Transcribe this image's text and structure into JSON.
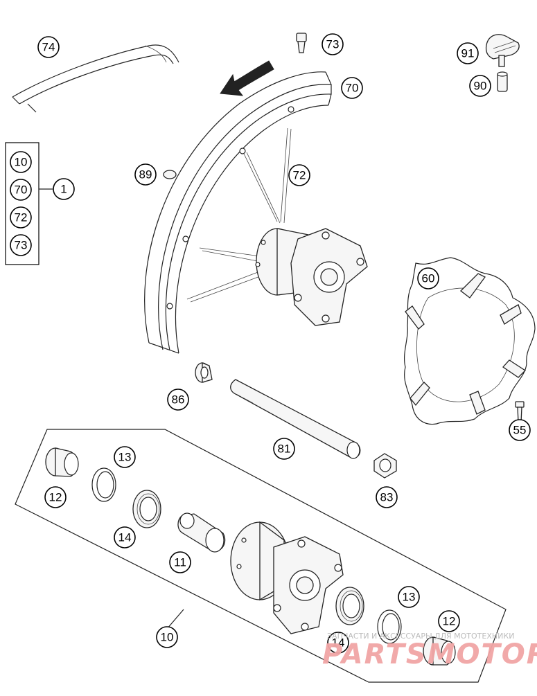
{
  "callouts": {
    "c74": "74",
    "c73_top": "73",
    "c91": "91",
    "c90": "90",
    "c70": "70",
    "c89": "89",
    "c72": "72",
    "c60": "60",
    "c86": "86",
    "c81": "81",
    "c55": "55",
    "c13_left": "13",
    "c12_left": "12",
    "c83": "83",
    "c14_left": "14",
    "c11": "11",
    "c13_right": "13",
    "c10": "10",
    "c14_right": "14",
    "c12_right": "12"
  },
  "kit": {
    "items": [
      "10",
      "70",
      "72",
      "73"
    ],
    "assembly": "1"
  },
  "watermark": {
    "tagline": "ЗАПЧАСТИ И АКСЕССУАРЫ ДЛЯ МОТОТЕХНИКИ",
    "brand": "PARTSMOTOR.RU"
  }
}
